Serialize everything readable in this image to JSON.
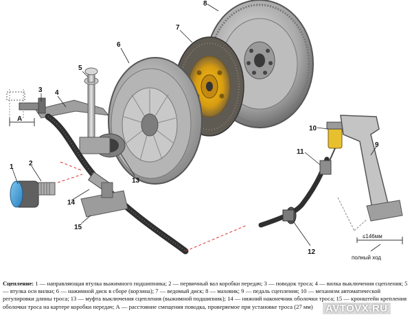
{
  "callouts": {
    "c1": "1",
    "c2": "2",
    "c3": "3",
    "c4": "4",
    "c5": "5",
    "c6": "6",
    "c7": "7",
    "c8": "8",
    "c9": "9",
    "c10": "10",
    "c11": "11",
    "c12": "12",
    "c13": "13",
    "c14": "14",
    "c15": "15"
  },
  "dimension_a": "А",
  "pedal_travel": "≤146мм",
  "full_travel_label": "полный ход",
  "caption": {
    "title": "Сцепление:",
    "body": " 1 — направляющая втулка выжимного подшипника; 2 — первичный вал коробки передач; 3 — поводок троса; 4 — вилка выключения сцепления; 5 — втулка оси вилки; 6 — нажимной диск в сборе (корзина); 7 — ведомый диск; 8 — маховик; 9 — педаль сцепления; 10 — механизм автоматической регулировки длины троса; 13 — муфта выключения сцепления (выжимной подшипник); 14 — нижний наконечник оболочки троса; 15 — кронштейн крепления оболочки троса на картере коробки передач; А — расстояние смещения поводка, проверяемое при установке троса (27 мм)"
  },
  "watermark": "AVTOVX.RU"
}
